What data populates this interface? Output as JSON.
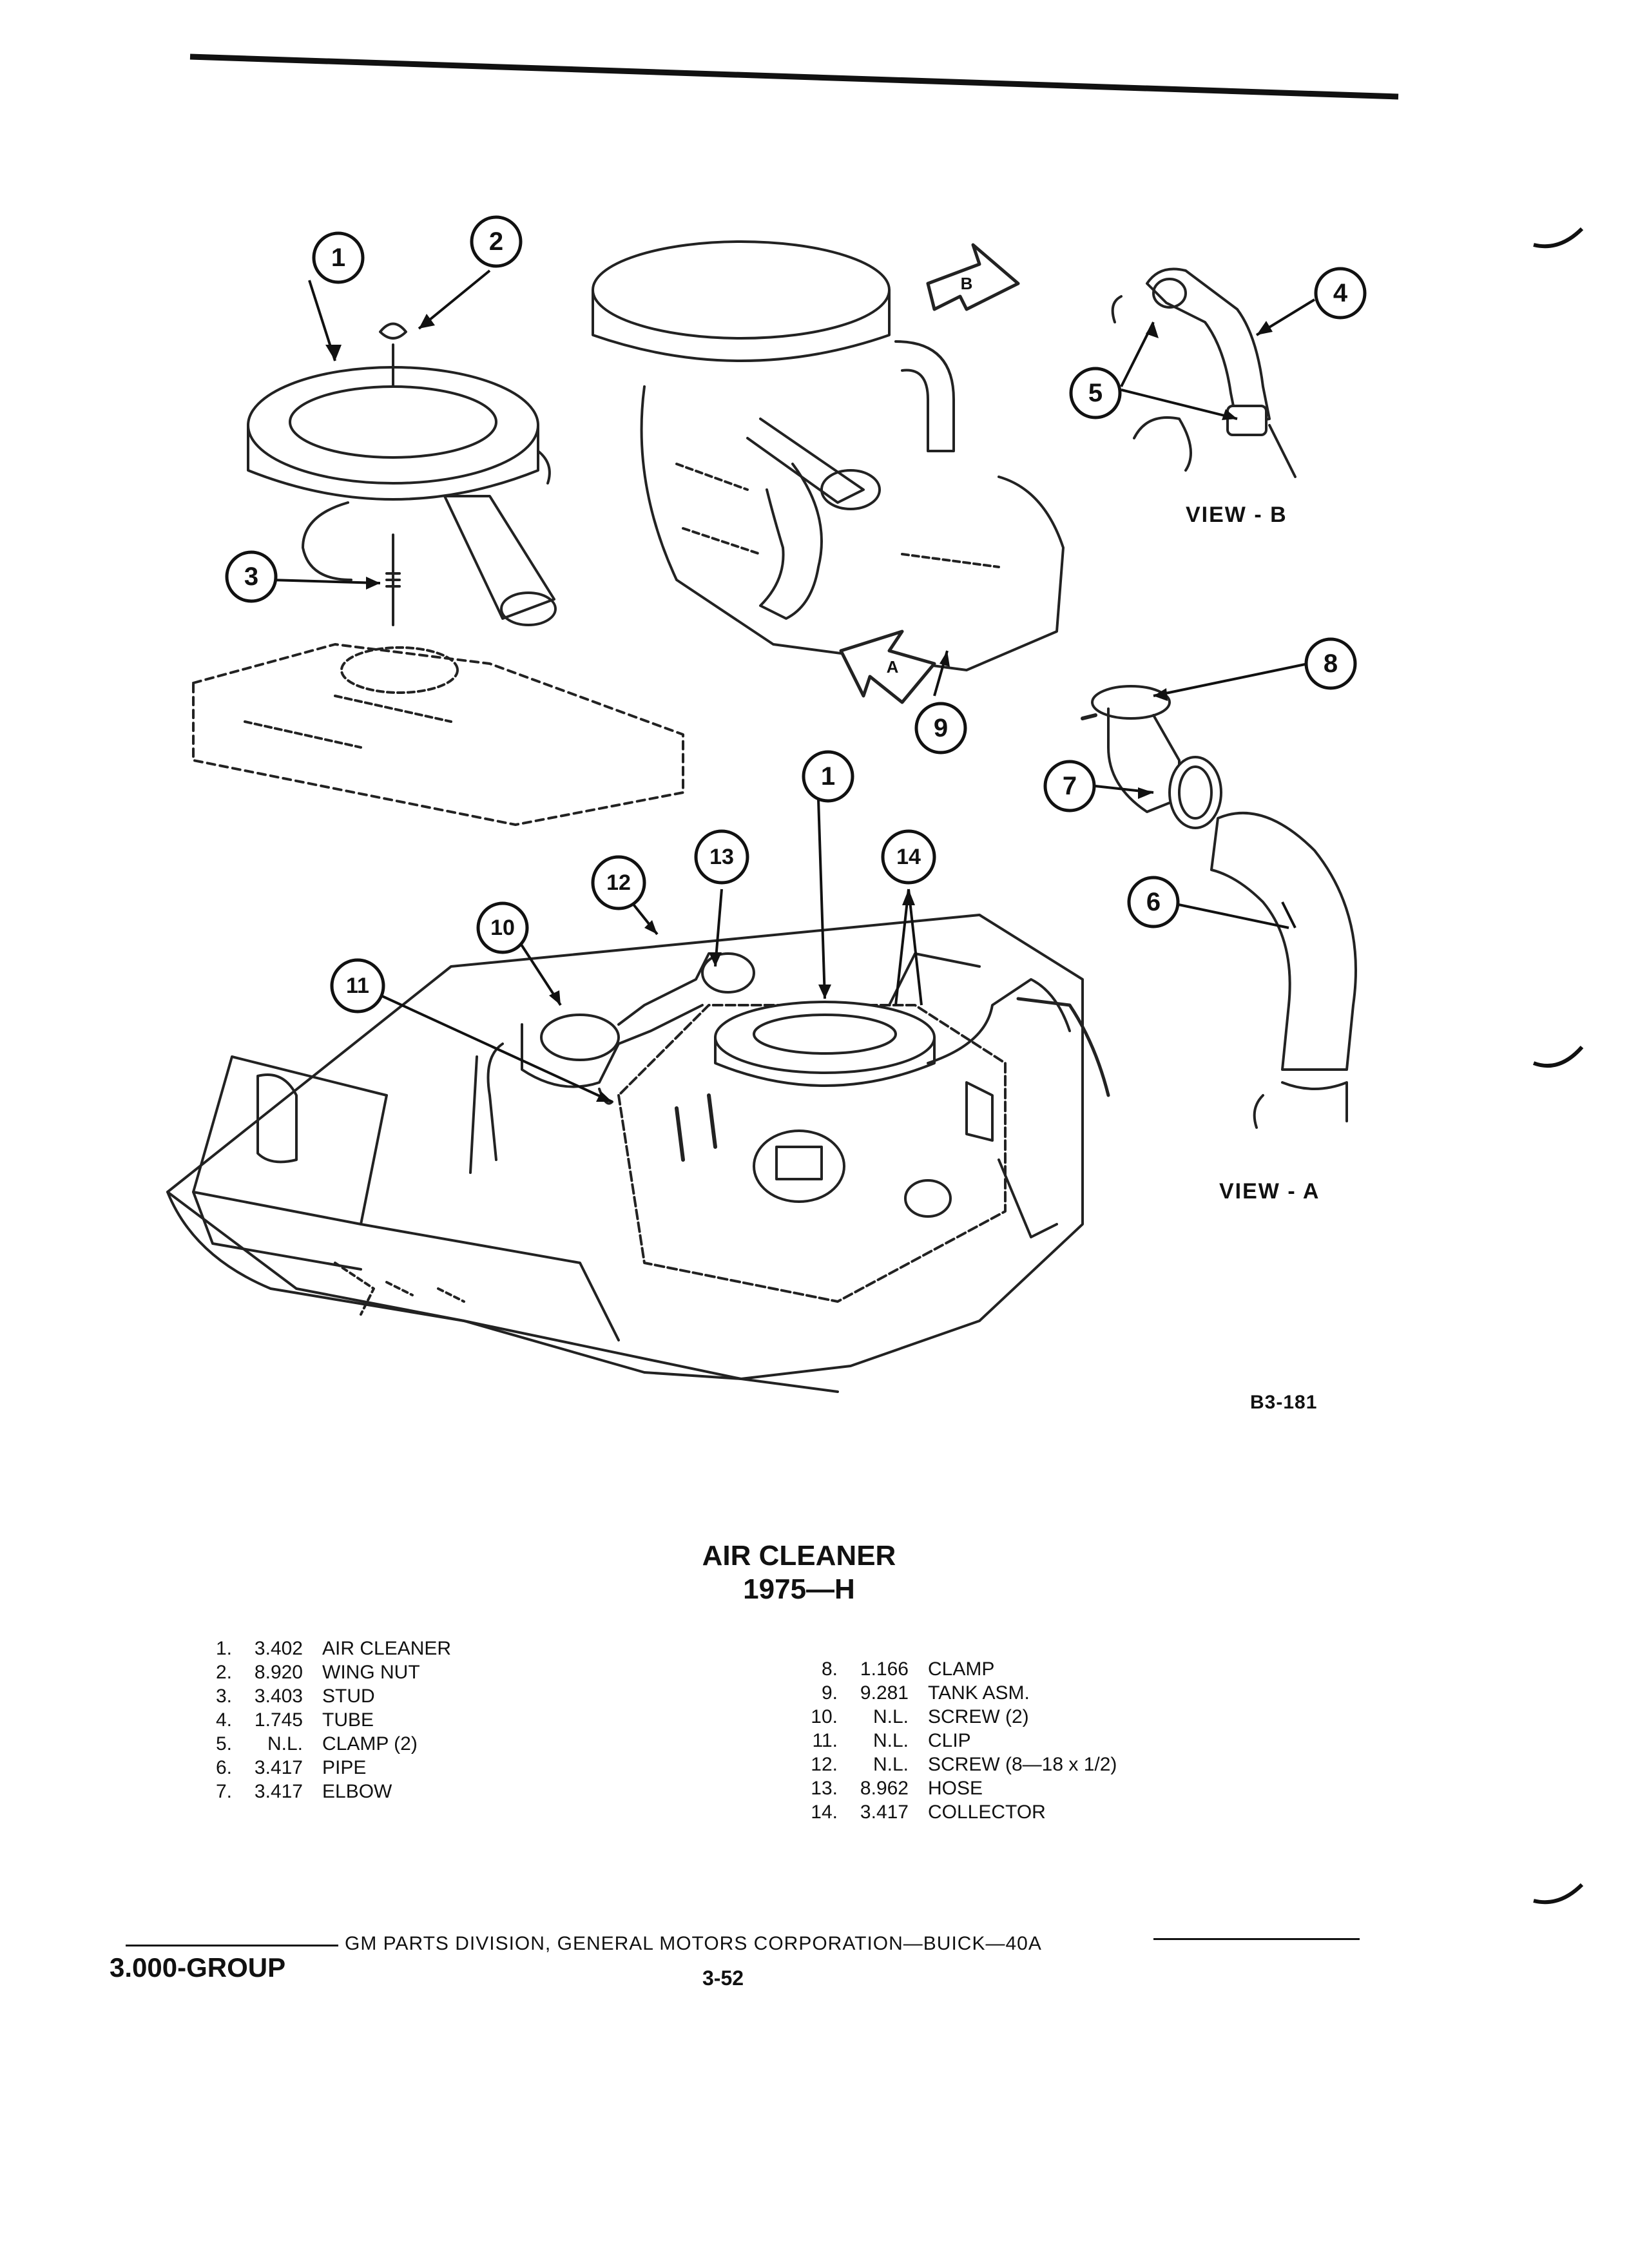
{
  "figure": {
    "code": "B3-181",
    "view_a_label": "VIEW - A",
    "view_b_label": "VIEW - B",
    "arrow_a": "A",
    "arrow_b": "B",
    "callouts": [
      "1",
      "2",
      "3",
      "4",
      "5",
      "6",
      "7",
      "8",
      "9",
      "10",
      "11",
      "12",
      "13",
      "14",
      "1"
    ]
  },
  "title": {
    "line1": "AIR CLEANER",
    "line2": "1975—H"
  },
  "parts_left": [
    {
      "num": "1.",
      "code": "3.402",
      "desc": "AIR CLEANER"
    },
    {
      "num": "2.",
      "code": "8.920",
      "desc": "WING NUT"
    },
    {
      "num": "3.",
      "code": "3.403",
      "desc": "STUD"
    },
    {
      "num": "4.",
      "code": "1.745",
      "desc": "TUBE"
    },
    {
      "num": "5.",
      "code": "N.L.",
      "desc": "CLAMP (2)"
    },
    {
      "num": "6.",
      "code": "3.417",
      "desc": "PIPE"
    },
    {
      "num": "7.",
      "code": "3.417",
      "desc": "ELBOW"
    }
  ],
  "parts_right": [
    {
      "num": "8.",
      "code": "1.166",
      "desc": "CLAMP"
    },
    {
      "num": "9.",
      "code": "9.281",
      "desc": "TANK ASM."
    },
    {
      "num": "10.",
      "code": "N.L.",
      "desc": "SCREW (2)"
    },
    {
      "num": "11.",
      "code": "N.L.",
      "desc": "CLIP"
    },
    {
      "num": "12.",
      "code": "N.L.",
      "desc": "SCREW (8—18 x 1/2)"
    },
    {
      "num": "13.",
      "code": "8.962",
      "desc": "HOSE"
    },
    {
      "num": "14.",
      "code": "3.417",
      "desc": "COLLECTOR"
    }
  ],
  "footer": {
    "group": "3.000-GROUP",
    "division": "GM PARTS DIVISION, GENERAL MOTORS CORPORATION—BUICK—40A",
    "page": "3-52"
  }
}
